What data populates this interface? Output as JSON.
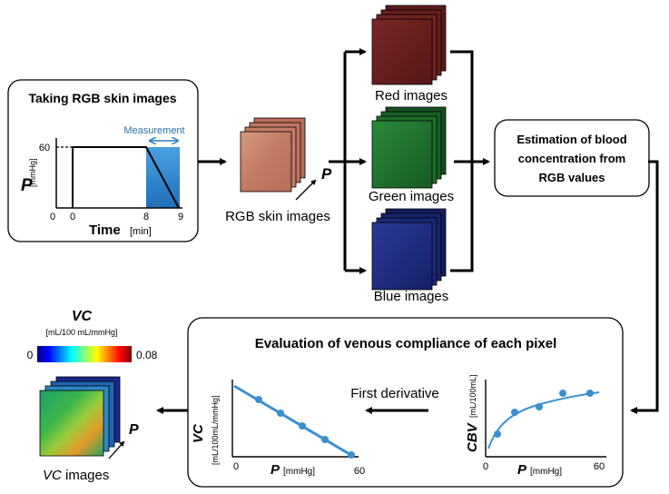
{
  "steps": {
    "taking_images": {
      "title": "Taking RGB skin images",
      "measurement_label": "Measurement",
      "y_axis_symbol": "P",
      "y_axis_unit": "[mmHg]",
      "y_tick": "60",
      "x_ticks": [
        "0",
        "0",
        "8",
        "9"
      ],
      "x_axis_label": "Time",
      "x_axis_unit": "[min]"
    },
    "rgb_images": {
      "label": "RGB skin images",
      "pressure_symbol": "P"
    },
    "channels": {
      "red_label": "Red images",
      "green_label": "Green images",
      "blue_label": "Blue images"
    },
    "estimation": {
      "line1": "Estimation of blood",
      "line2": "concentration from",
      "line3": "RGB values"
    },
    "evaluation": {
      "title": "Evaluation of venous compliance of each pixel",
      "derivative_label": "First derivative",
      "cbv_plot": {
        "y_symbol": "CBV",
        "y_unit": "[mL/100mL]",
        "x_symbol": "P",
        "x_unit": "[mmHg]",
        "x_ticks": [
          "0",
          "60"
        ]
      },
      "vc_plot": {
        "y_symbol": "VC",
        "y_unit": "[mL/100mL/mmHg]",
        "x_symbol": "P",
        "x_unit": "[mmHg]",
        "x_ticks": [
          "0",
          "60"
        ]
      }
    },
    "vc_output": {
      "title": "VC",
      "unit": "[mL/100 mL/mmHg]",
      "scale_min": "0",
      "scale_max": "0.08",
      "pressure_symbol": "P",
      "label_symbol": "VC",
      "label_rest": " images"
    }
  },
  "colors": {
    "red": "#6b1f1f",
    "green": "#1f6b2a",
    "blue": "#1f2b7a",
    "skin": "#c9826a",
    "measurement": "#2e7fc4",
    "curve": "#3a8fd0"
  }
}
